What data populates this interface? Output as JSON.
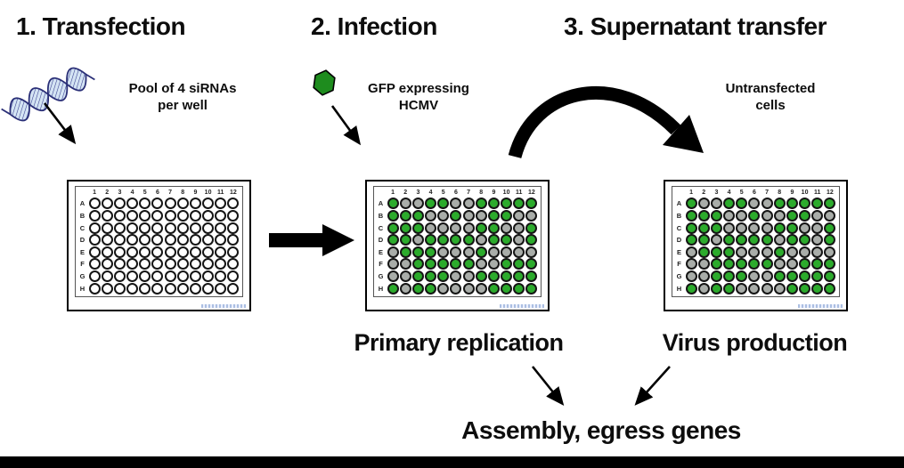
{
  "headings": {
    "step1": "1. Transfection",
    "step2": "2. Infection",
    "step3": "3. Supernatant transfer"
  },
  "annotations": {
    "sirna_pool": {
      "line1": "Pool of 4 siRNAs",
      "line2": "per well"
    },
    "gfp_hcmv": {
      "line1": "GFP expressing",
      "line2": "HCMV"
    },
    "untransfected": {
      "line1": "Untransfected",
      "line2": "cells"
    }
  },
  "labels": {
    "primary_replication": "Primary replication",
    "virus_production": "Virus production",
    "assembly_egress": "Assembly, egress genes"
  },
  "icons": {
    "dna": "dna-helix-icon",
    "virus": "virus-hexagon-icon",
    "curved_arrow": "supernatant-transfer-arrow-icon",
    "block_arrow": "flow-arrow-icon"
  },
  "colors": {
    "well_green": "#2cab2c",
    "well_gray": "#a9ada9",
    "well_empty": "#ffffff",
    "virus_green": "#1e8c1e",
    "dna_navy": "#33398c",
    "dna_light": "#d4e4f4",
    "arrow_black": "#000000"
  },
  "plates": [
    {
      "id": "transfection-plate",
      "row_labels": [
        "A",
        "B",
        "C",
        "D",
        "E",
        "F",
        "G",
        "H"
      ],
      "col_labels": [
        "1",
        "2",
        "3",
        "4",
        "5",
        "6",
        "7",
        "8",
        "9",
        "10",
        "11",
        "12"
      ],
      "wells": [
        "OOOOOOOOOOOO",
        "OOOOOOOOOOOO",
        "OOOOOOOOOOOO",
        "OOOOOOOOOOOO",
        "OOOOOOOOOOOO",
        "OOOOOOOOOOOO",
        "OOOOOOOOOOOO",
        "OOOOOOOOOOOO"
      ]
    },
    {
      "id": "infection-plate",
      "row_labels": [
        "A",
        "B",
        "C",
        "D",
        "E",
        "F",
        "G",
        "H"
      ],
      "col_labels": [
        "1",
        "2",
        "3",
        "4",
        "5",
        "6",
        "7",
        "8",
        "9",
        "10",
        "11",
        "12"
      ],
      "wells": [
        "GXXGGXXGGGGG",
        "GGGXXGXXGGXX",
        "GGGXXXXGGXXG",
        "GGXGGGGXGGXG",
        "XGGGXXXGXXXX",
        "XXGGGGGXXGGG",
        "XXGGGXXGGGGG",
        "GXGGXXXXGGGG"
      ]
    },
    {
      "id": "supernatant-plate",
      "row_labels": [
        "A",
        "B",
        "C",
        "D",
        "E",
        "F",
        "G",
        "H"
      ],
      "col_labels": [
        "1",
        "2",
        "3",
        "4",
        "5",
        "6",
        "7",
        "8",
        "9",
        "10",
        "11",
        "12"
      ],
      "wells": [
        "GXXGGXXGGGGG",
        "GGGXXGXXGGXX",
        "GGGXXXXGGXXG",
        "GGXGGGGXGGXG",
        "XGGGXXXGXXXX",
        "XXGGGGGXXGGG",
        "XXGGGXXGGGGG",
        "GXGGXXXXGGGG"
      ]
    }
  ],
  "well_state_colors": {
    "O": "#ffffff",
    "G": "#2cab2c",
    "X": "#a9ada9"
  }
}
